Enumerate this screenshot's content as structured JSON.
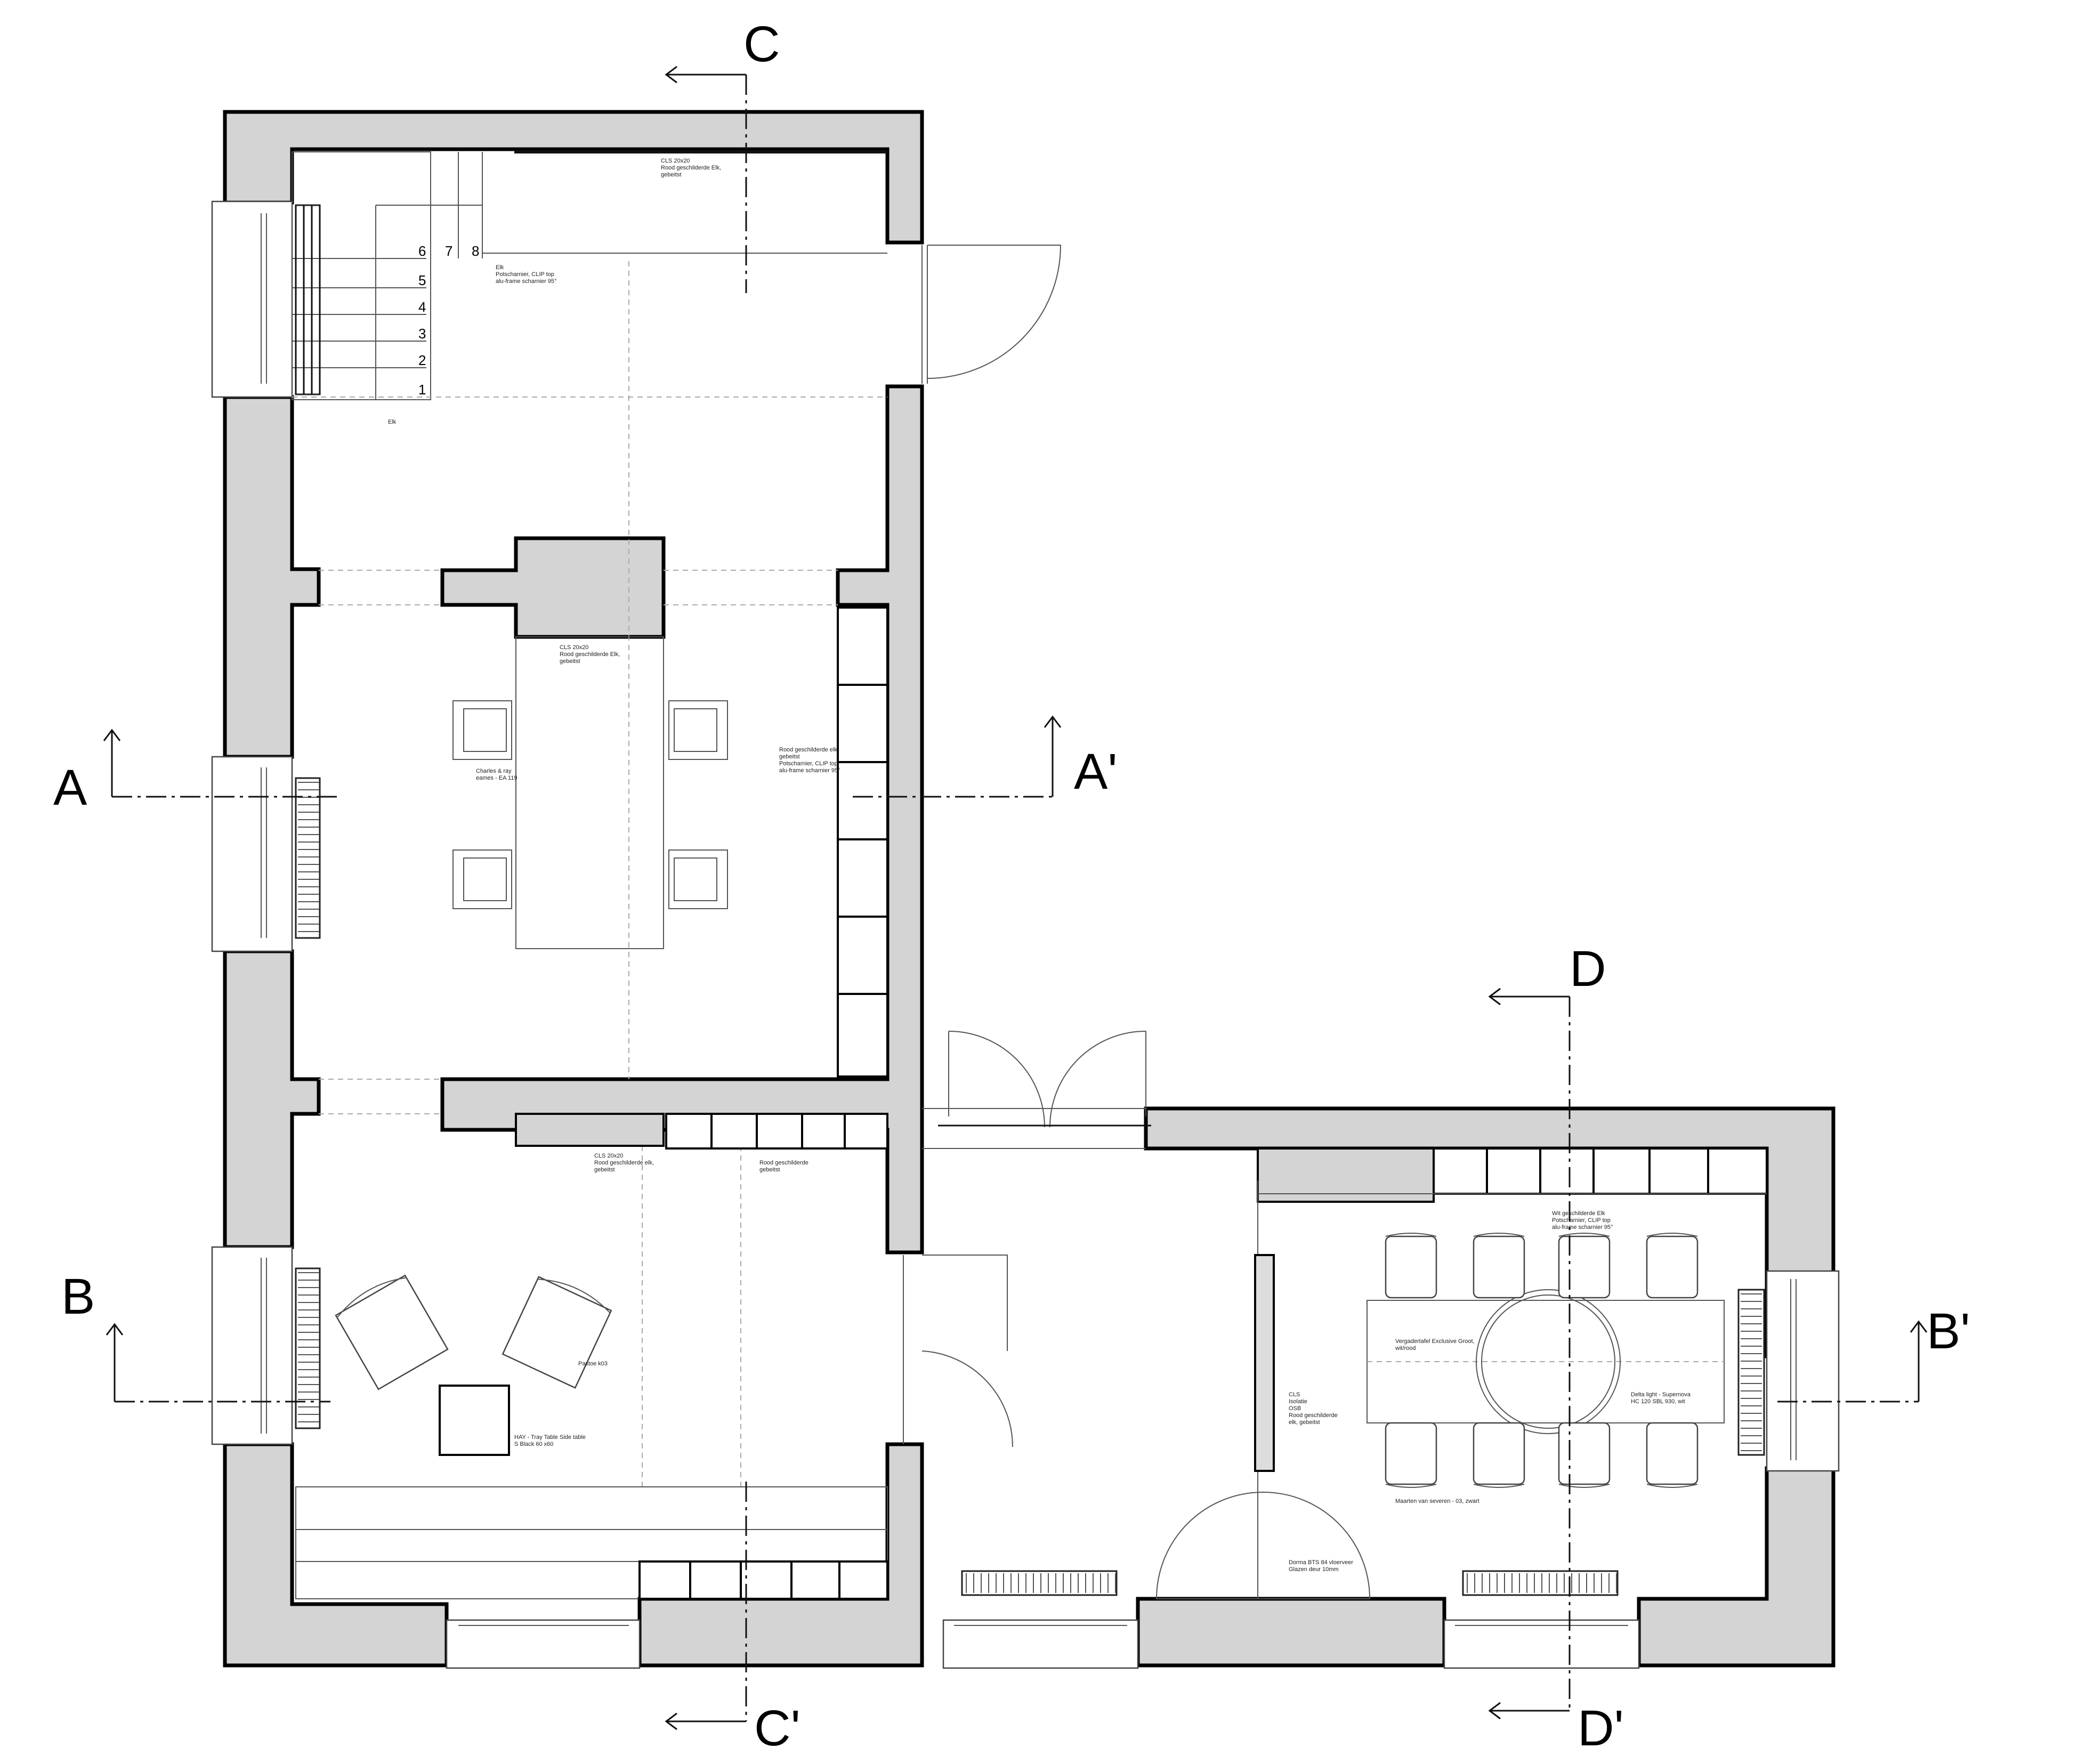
{
  "section_markers": {
    "a": "A",
    "a_prime": "A'",
    "b": "B",
    "b_prime": "B'",
    "c": "C",
    "c_prime": "C'",
    "d": "D",
    "d_prime": "D'"
  },
  "stair_steps": [
    "1",
    "2",
    "3",
    "4",
    "5",
    "6",
    "7",
    "8"
  ],
  "annotations": {
    "stair_cls": "CLS 20x20",
    "stair_cls_2": "Rood geschilderde Elk,",
    "stair_cls_3": "gebeitst",
    "elk_1": "Elk",
    "elk_2": "Potscharnier, CLIP top",
    "elk_3": "alu-frame scharnier 95°",
    "elk_small": "Elk",
    "desk_cls_1": "CLS 20x20",
    "desk_cls_2": "Rood geschilderde Elk,",
    "desk_cls_3": "gebeitst",
    "chairs_1": "Charles & ray",
    "chairs_2": "eames - EA 119",
    "wall_cab_1": "Rood geschilderde elk,",
    "wall_cab_2": "gebeitst",
    "wall_cab_3": "Potscharnier, CLIP top",
    "wall_cab_4": "alu-frame scharnier 95°",
    "lounge_cls_1": "CLS 20x20",
    "lounge_cls_2": "Rood geschilderde elk,",
    "lounge_cls_3": "gebeitst",
    "lounge_red_1": "Rood geschilderde",
    "lounge_red_2": "gebeitst",
    "pastoe": "Pastoe k03",
    "hay_1": "HAY - Tray Table Side table",
    "hay_2": "S Black 60 x60",
    "meeting_cab_1": "Wit geschilderde Elk",
    "meeting_cab_2": "Potscharnier, CLIP top",
    "meeting_cab_3": "alu-frame scharnier 95°",
    "table_1": "Vergadertafel Exclusive Groot,",
    "table_2": "wit/rood",
    "lamp_1": "Delta light - Supernova",
    "lamp_2": "HC 120 SBL 930, wit",
    "partition_1": "CLS",
    "partition_2": "Isolatie",
    "partition_3": "OSB",
    "partition_4": "Rood geschilderde",
    "partition_5": "elk, gebeitst",
    "meeting_chairs": "Maarten van severen - 03, zwart",
    "glass_door_1": "Dorma BTS 84 vloerveer",
    "glass_door_2": "Glazen deur 10mm"
  }
}
